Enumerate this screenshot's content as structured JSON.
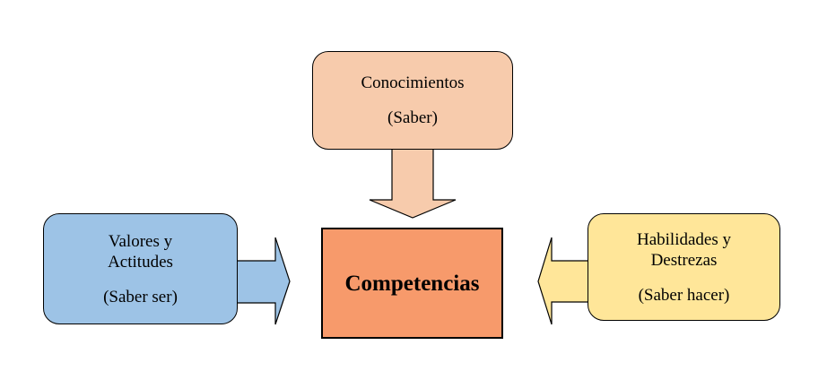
{
  "top": {
    "title": "Conocimientos",
    "subtitle": "(Saber)"
  },
  "left": {
    "title_line1": "Valores y",
    "title_line2": "Actitudes",
    "subtitle": "(Saber ser)"
  },
  "right": {
    "title_line1": "Habilidades y",
    "title_line2": "Destrezas",
    "subtitle": "(Saber hacer)"
  },
  "center": {
    "title": "Competencias"
  },
  "colors": {
    "top": "#f7cbac",
    "left": "#9dc3e6",
    "right": "#ffe699",
    "center": "#f79a6b"
  }
}
